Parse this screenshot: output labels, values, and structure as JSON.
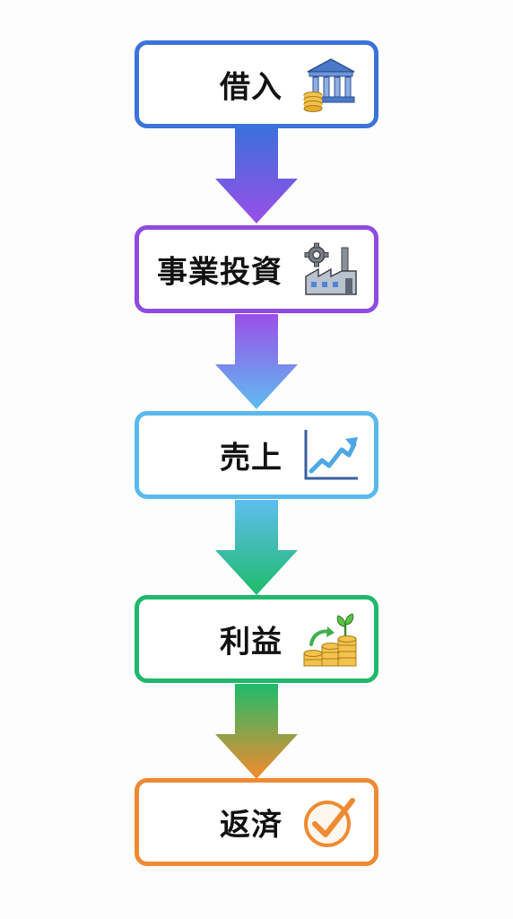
{
  "steps": [
    {
      "label": "借入",
      "icon": "bank-icon",
      "color": "#3b73d8"
    },
    {
      "label": "事業投資",
      "icon": "factory-icon",
      "color": "#8f4be0"
    },
    {
      "label": "売上",
      "icon": "trend-chart-icon",
      "color": "#5ab9ec"
    },
    {
      "label": "利益",
      "icon": "coins-plant-icon",
      "color": "#1fb86c"
    },
    {
      "label": "返済",
      "icon": "check-circle-icon",
      "color": "#ef8a32"
    }
  ],
  "arrows": [
    {
      "from": "#3d6fdc",
      "to": "#9a4fe8"
    },
    {
      "from": "#9a4fe8",
      "to": "#5ebdf0"
    },
    {
      "from": "#5ebdf0",
      "to": "#1ebc6a"
    },
    {
      "from": "#1ebc6a",
      "to": "#f58a2c"
    }
  ]
}
